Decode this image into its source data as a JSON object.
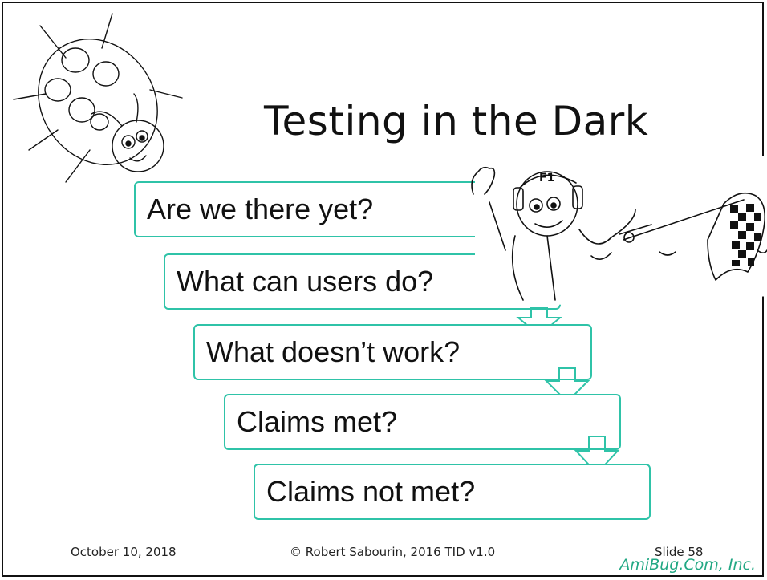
{
  "slide": {
    "title": "Testing in the Dark",
    "steps": [
      "Are we there yet?",
      "What can users do?",
      "What doesn’t work?",
      "Claims met?",
      "Claims not met?"
    ],
    "footer": {
      "date": "October 10, 2018",
      "copyright": "© Robert Sabourin, 2016 TID v1.0",
      "slide_number": "Slide 58",
      "brand": "AmiBug.Com, Inc."
    },
    "illustration_text": "F1",
    "accent_color": "#2fc3a8",
    "brand_color": "#22a884"
  }
}
